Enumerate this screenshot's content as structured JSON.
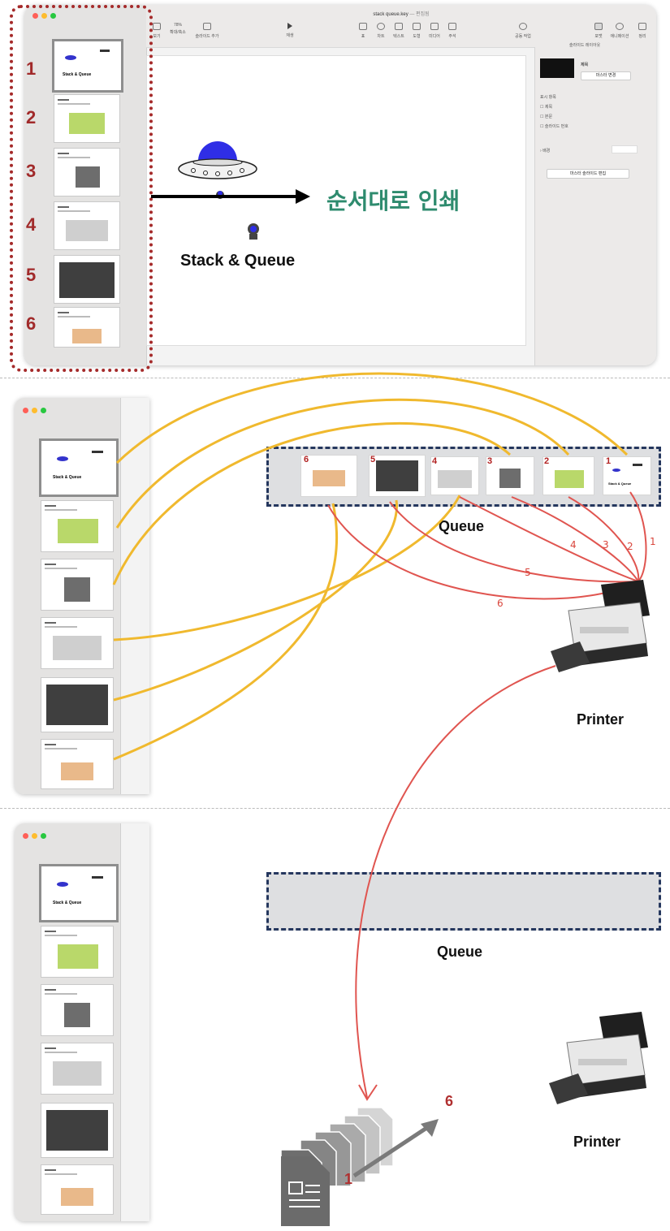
{
  "window": {
    "title": "stack queue.key",
    "title_suffix": "— 편집됨",
    "traffic_lights": [
      "#ff5f57",
      "#febc2e",
      "#28c840"
    ]
  },
  "toolbar": {
    "items": [
      "보기",
      "확대/축소",
      "슬라이드 추가",
      "재생",
      "표",
      "차트",
      "텍스트",
      "도형",
      "미디어",
      "주석",
      "공동 작업",
      "포맷",
      "애니메이션",
      "정리"
    ],
    "zoom_value": "78%"
  },
  "inspector": {
    "tab": "슬라이드 레이아웃",
    "layout_name": "제목",
    "change_master_button": "마스터 변경",
    "appearance_heading": "표시 항목",
    "checkboxes": [
      "제목",
      "본문",
      "슬라이드 번호"
    ],
    "background_label": "배경",
    "edit_master_button": "마스터 슬라이드 편집"
  },
  "slide": {
    "title": "Stack & Queue",
    "print_text": "순서대로 인쇄"
  },
  "sidebar_numbers": [
    "1",
    "2",
    "3",
    "4",
    "5",
    "6"
  ],
  "queue": {
    "label": "Queue",
    "slots": [
      "6",
      "5",
      "4",
      "3",
      "2",
      "1"
    ]
  },
  "print_order_labels": [
    "1",
    "2",
    "3",
    "4",
    "5",
    "6"
  ],
  "printer_label": "Printer",
  "output": {
    "start_label": "1",
    "end_label": "6"
  },
  "colors": {
    "yellow_arrow": "#f0b92e",
    "red_arrow": "#e05550",
    "dotted_box": "#a52a2a",
    "print_text": "#2e8b6e",
    "queue_border": "#25375e",
    "ufo_blue": "#2f2ee6"
  }
}
